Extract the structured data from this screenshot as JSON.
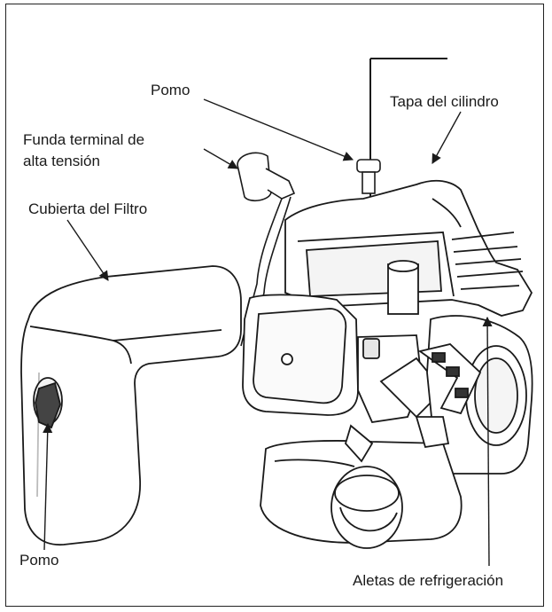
{
  "diagram": {
    "labels": {
      "pomo_top": "Pomo",
      "tapa_cilindro": "Tapa del cilindro",
      "funda_line1": "Funda terminal de",
      "funda_line2": "alta tensión",
      "cubierta_filtro": "Cubierta del Filtro",
      "pomo_bottom": "Pomo",
      "aletas": "Aletas de refrigeración"
    },
    "colors": {
      "line": "#1a1a1a",
      "fill": "#ffffff",
      "shade": "#d9d9d9"
    }
  }
}
